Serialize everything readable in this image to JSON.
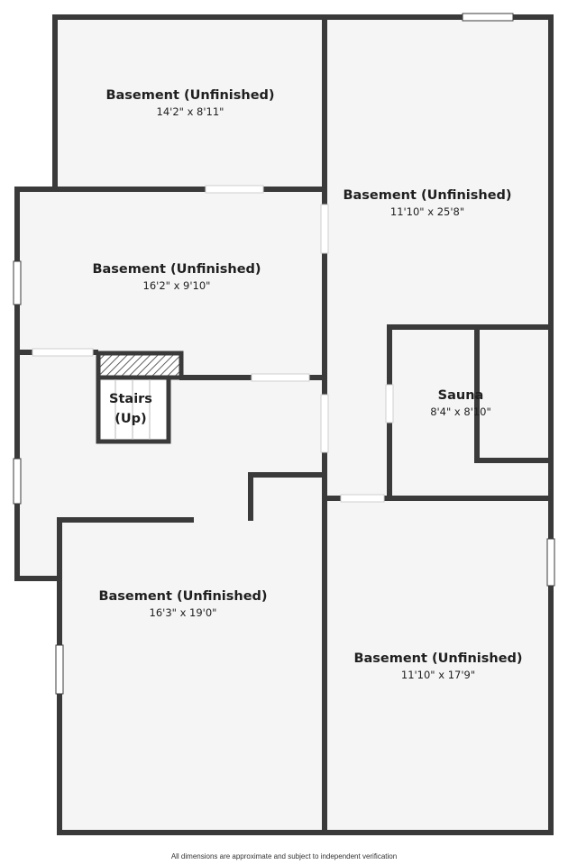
{
  "colors": {
    "wall": "#3a3a3a",
    "floor": "#f5f5f5",
    "window": "#ffffff",
    "text": "#1f1f1f"
  },
  "rooms": [
    {
      "name": "Basement (Unfinished)",
      "dims": "14'2\" x 8'11\""
    },
    {
      "name": "Basement (Unfinished)",
      "dims": "11'10\" x 25'8\""
    },
    {
      "name": "Basement (Unfinished)",
      "dims": "16'2\" x 9'10\""
    },
    {
      "name": "Sauna",
      "dims": "8'4\" x 8'10\""
    },
    {
      "name": "Basement (Unfinished)",
      "dims": "16'3\" x 19'0\""
    },
    {
      "name": "Basement (Unfinished)",
      "dims": "11'10\" x 17'9\""
    }
  ],
  "stairs": {
    "line1": "Stairs",
    "line2": "(Up)"
  },
  "footer": {
    "disclaimer": "All dimensions are approximate and subject to independent verification"
  }
}
